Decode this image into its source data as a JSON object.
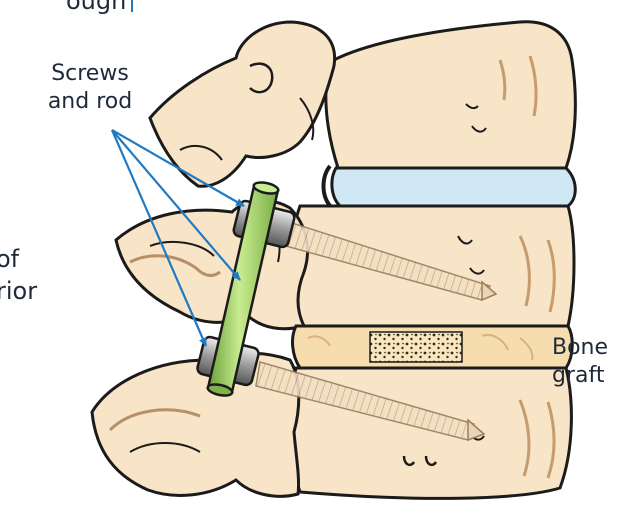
{
  "labels": {
    "screws_rod_line1": "Screws",
    "screws_rod_line2": "and rod",
    "bone_graft_line1": "Bone",
    "bone_graft_line2": "graft",
    "fragment_top": "ough",
    "fragment_left_1": "of",
    "fragment_left_2": "rior"
  },
  "colors": {
    "bone": "#f8e4c6",
    "bone_shade": "#ecc99c",
    "outline": "#1b1b1b",
    "disc": "#cfe8f4",
    "graft": "#f6ddae",
    "rod": "#a6d86a",
    "screw": "#9b9b9b",
    "arrow": "#1f7ac4"
  }
}
